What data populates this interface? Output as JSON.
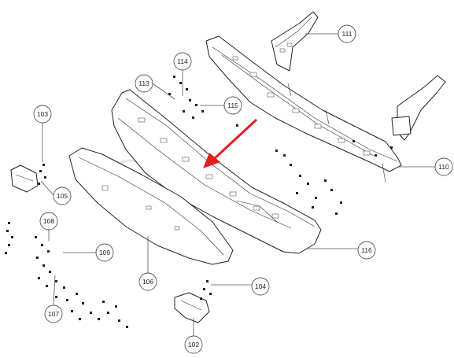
{
  "callouts": [
    {
      "id": "111",
      "label": "111"
    },
    {
      "id": "114",
      "label": "114"
    },
    {
      "id": "113",
      "label": "113"
    },
    {
      "id": "115",
      "label": "115"
    },
    {
      "id": "103",
      "label": "103"
    },
    {
      "id": "105",
      "label": "105"
    },
    {
      "id": "110",
      "label": "110"
    },
    {
      "id": "108",
      "label": "108"
    },
    {
      "id": "109",
      "label": "109"
    },
    {
      "id": "116",
      "label": "116"
    },
    {
      "id": "106",
      "label": "106"
    },
    {
      "id": "104",
      "label": "104"
    },
    {
      "id": "107",
      "label": "107"
    },
    {
      "id": "102",
      "label": "102"
    }
  ],
  "colors": {
    "line": "#222222",
    "callout": "#555555",
    "highlight_arrow": "#e02020",
    "background": "#ffffff"
  }
}
